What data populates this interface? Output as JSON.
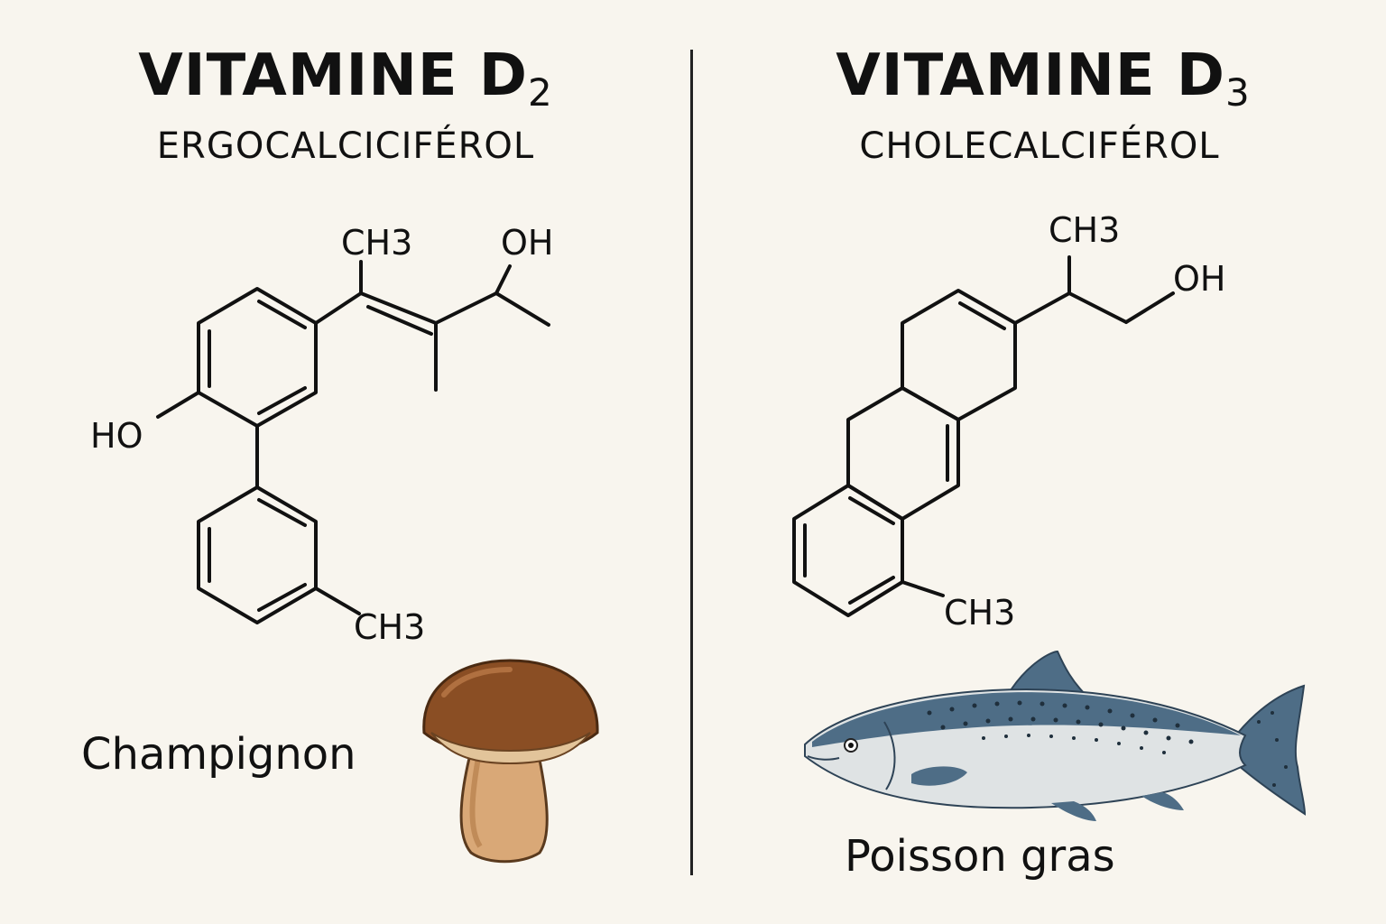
{
  "left": {
    "title": "VITAMINE D",
    "title_sub": "2",
    "subtitle": "ERGOCALCICIFÉROL",
    "molecule_labels": {
      "ch3_top": "CH3",
      "oh": "OH",
      "ho": "HO",
      "ch3_bottom": "CH3"
    },
    "source_label": "Champignon",
    "source_icon": "mushroom-icon"
  },
  "right": {
    "title": "VITAMINE D",
    "title_sub": "3",
    "subtitle": "CHOLECALCIFÉROL",
    "molecule_labels": {
      "ch3_top": "CH3",
      "oh": "OH",
      "ch3_bottom": "CH3"
    },
    "source_label": "Poisson gras",
    "source_icon": "fish-icon"
  },
  "colors": {
    "background": "#f8f5ee",
    "ink": "#111111",
    "mushroom_cap": "#8a4e24",
    "mushroom_stem": "#d9a877",
    "fish_back": "#4e6d86",
    "fish_belly": "#dfe3e4"
  }
}
